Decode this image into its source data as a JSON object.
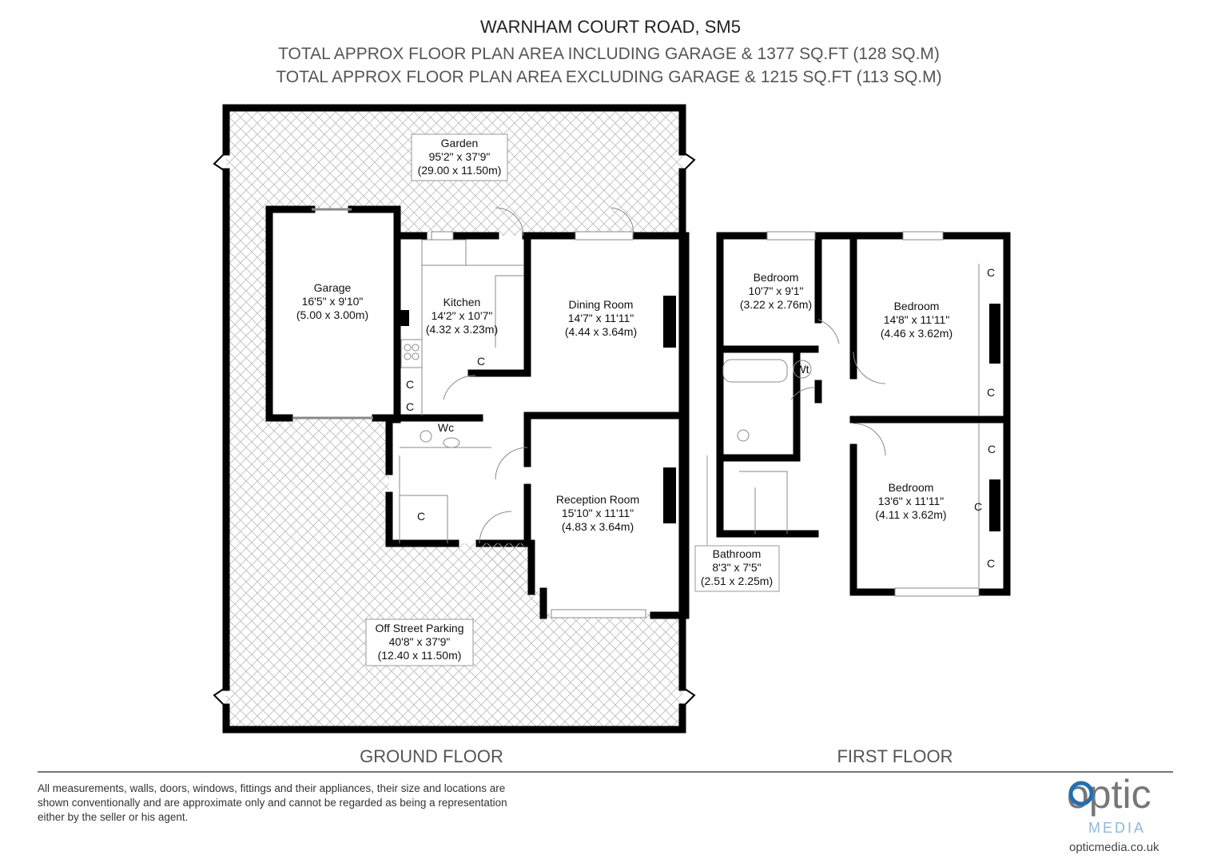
{
  "header": {
    "title": "WARNHAM COURT ROAD, SM5",
    "area_including": "TOTAL APPROX FLOOR PLAN AREA INCLUDING GARAGE & 1377 SQ.FT (128 SQ.M)",
    "area_excluding": "TOTAL APPROX FLOOR PLAN AREA EXCLUDING GARAGE & 1215 SQ.FT (113 SQ.M)"
  },
  "ground_floor": {
    "label": "GROUND FLOOR",
    "rooms": {
      "garden": [
        "Garden",
        "95'2\" x 37'9\"",
        "(29.00 x 11.50m)"
      ],
      "garage": [
        "Garage",
        "16'5\" x 9'10\"",
        "(5.00 x 3.00m)"
      ],
      "kitchen": [
        "Kitchen",
        "14'2\" x 10'7\"",
        "(4.32 x 3.23m)"
      ],
      "dining": [
        "Dining Room",
        "14'7\" x 11'11\"",
        "(4.44 x 3.64m)"
      ],
      "reception": [
        "Reception Room",
        "15'10\" x 11'11\"",
        "(4.83 x 3.64m)"
      ],
      "parking": [
        "Off Street Parking",
        "40'8\" x 37'9\"",
        "(12.40 x 11.50m)"
      ],
      "wc": "Wc",
      "cupboard": "C"
    }
  },
  "first_floor": {
    "label": "FIRST FLOOR",
    "rooms": {
      "bedroom1": [
        "Bedroom",
        "10'7\" x 9'1\"",
        "(3.22 x 2.76m)"
      ],
      "bedroom2": [
        "Bedroom",
        "14'8\" x 11'11\"",
        "(4.46 x 3.62m)"
      ],
      "bedroom3": [
        "Bedroom",
        "13'6\" x 11'11\"",
        "(4.11 x 3.62m)"
      ],
      "bathroom": [
        "Bathroom",
        "8'3\" x 7'5\"",
        "(2.51 x 2.25m)"
      ],
      "wt": "Wt",
      "cupboard": "C"
    }
  },
  "footer": {
    "disclaimer": [
      "All measurements, walls, doors, windows, fittings and their appliances, their size and locations are",
      "shown conventionally and are approximate only and cannot be regarded as being a representation",
      "either by the seller or his agent."
    ],
    "logo": {
      "word": "optic",
      "sub": "MEDIA",
      "url": "opticmedia.co.uk"
    },
    "colors": {
      "logo_blue": "#1f6fb5",
      "logo_grey": "#777777"
    }
  }
}
